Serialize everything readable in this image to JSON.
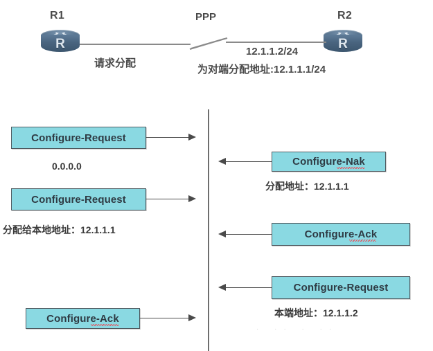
{
  "topology": {
    "left_router": {
      "name": "R1",
      "glyph": "R"
    },
    "right_router": {
      "name": "R2",
      "glyph": "R"
    },
    "link_protocol": "PPP",
    "left_annotation": "请求分配",
    "right_address": "12.1.1.2/24",
    "right_annotation": "为对端分配地址:12.1.1.1/24"
  },
  "sequence": {
    "left_messages": [
      {
        "label": "Configure-Request",
        "note": "0.0.0.0",
        "direction": "right"
      },
      {
        "label": "Configure-Request",
        "note": "分配给本地地址：12.1.1.1",
        "direction": "right"
      },
      {
        "label": "Configure-Ack",
        "note": "",
        "direction": "right"
      }
    ],
    "right_messages": [
      {
        "label": "Configure-Nak",
        "note": "分配地址：12.1.1.1",
        "direction": "left"
      },
      {
        "label": "Configure-Ack",
        "note": "",
        "direction": "left"
      },
      {
        "label": "Configure-Request",
        "note": "本端地址：12.1.1.2",
        "direction": "left"
      }
    ]
  },
  "colors": {
    "box_fill": "#8ad9e2",
    "box_border": "#4f5a60",
    "router_body": "#49647f",
    "line": "#4a4a4a",
    "spellcheck_underline": "#e8505b"
  }
}
